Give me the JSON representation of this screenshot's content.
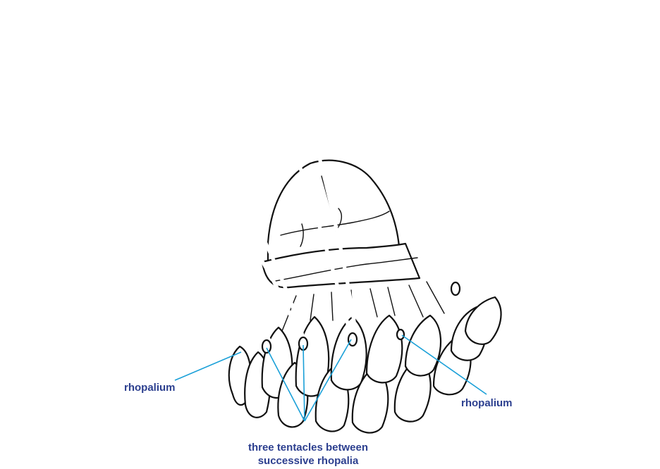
{
  "labels": {
    "rhopalium_left": "rhopalium",
    "rhopalium_right": "rhopalium",
    "tentacles_line1": "three tentacles between",
    "tentacles_line2": "successive rhopalia"
  },
  "colors": {
    "label_text": "#2c3f8f",
    "leader_line": "#1aa0d8",
    "drawing": "#111111"
  }
}
